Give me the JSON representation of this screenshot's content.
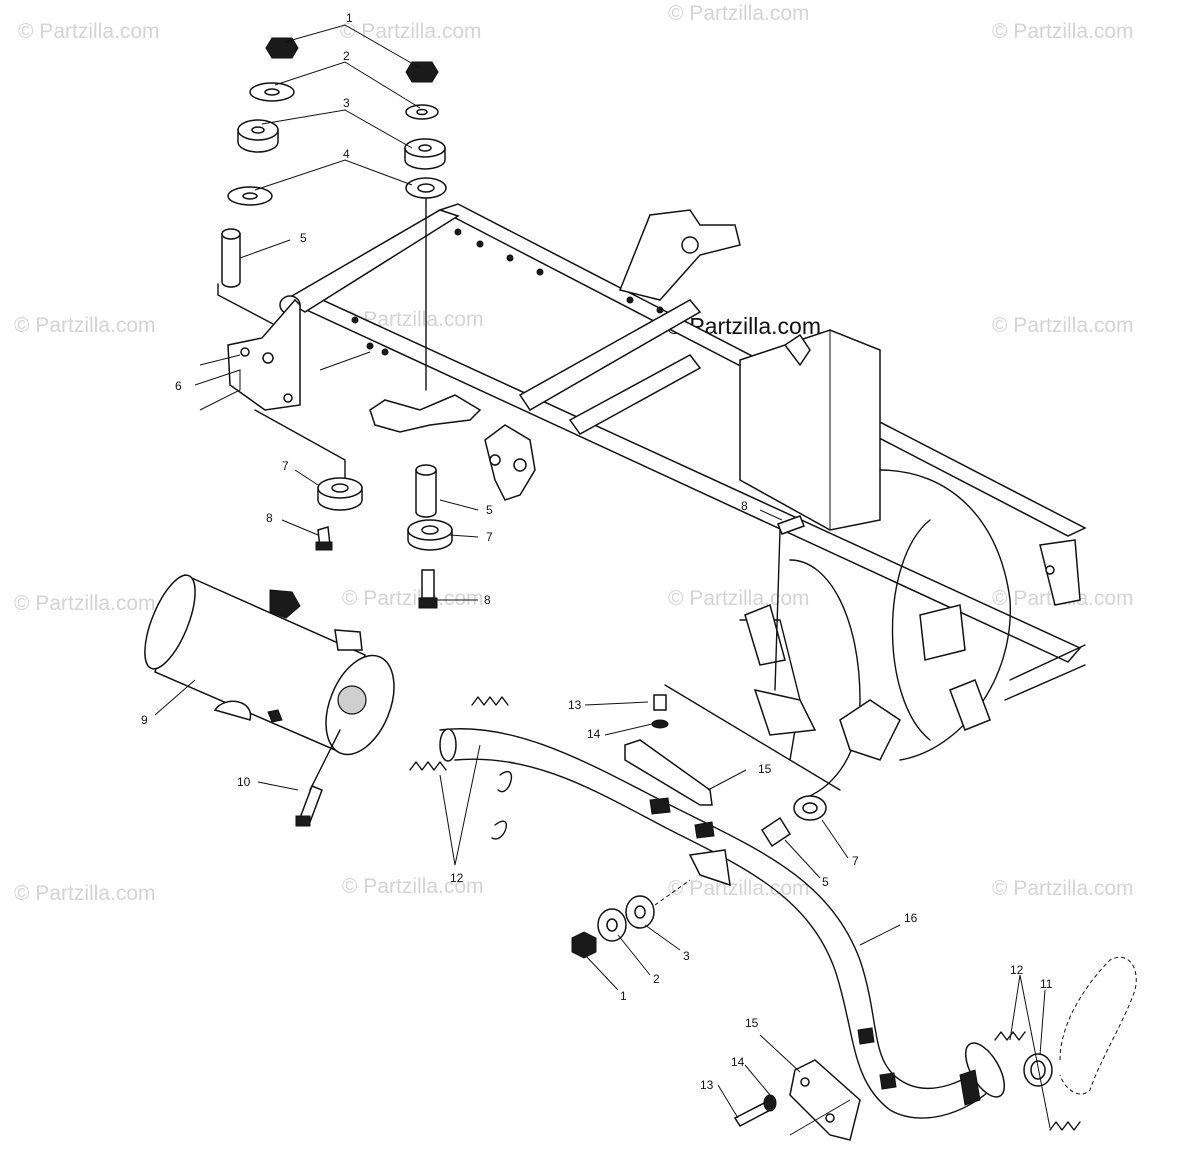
{
  "watermarks": {
    "small": "© Partzilla.com",
    "main": "© Partzilla.com"
  },
  "callouts": {
    "c1_top": "1",
    "c2_top": "2",
    "c3_top": "3",
    "c4_top": "4",
    "c5_top": "5",
    "c6": "6",
    "c7_left": "7",
    "c8_left": "8",
    "c5_mid": "5",
    "c7_mid": "7",
    "c8_mid": "8",
    "c8_right": "8",
    "c9": "9",
    "c10": "10",
    "c12_mid": "12",
    "c13_mid": "13",
    "c14_mid": "14",
    "c15_mid": "15",
    "c7_right": "7",
    "c5_right": "5",
    "c16": "16",
    "c1_bottom": "1",
    "c2_bottom": "2",
    "c3_bottom": "3",
    "c15_bottom": "15",
    "c14_bottom": "14",
    "c13_bottom": "13",
    "c12_right": "12",
    "c11": "11"
  },
  "colors": {
    "line": "#111111",
    "watermark": "#d4d4d4",
    "background": "#ffffff"
  }
}
